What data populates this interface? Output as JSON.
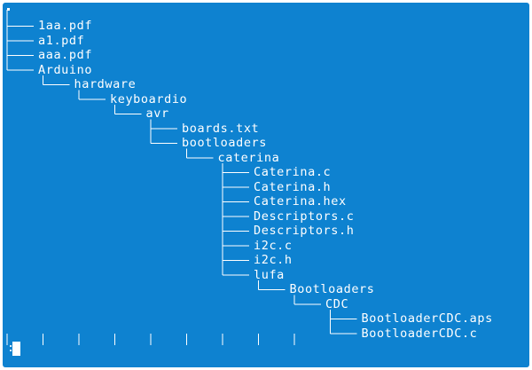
{
  "terminal": {
    "background": "#0e82d0",
    "foreground": "#ffffff",
    "prompt": ":"
  },
  "tree": [
    {
      "label": "1aa.pdf",
      "depth": 0
    },
    {
      "label": "a1.pdf",
      "depth": 0
    },
    {
      "label": "aaa.pdf",
      "depth": 0
    },
    {
      "label": "Arduino",
      "depth": 0
    },
    {
      "label": "hardware",
      "depth": 1
    },
    {
      "label": "keyboardio",
      "depth": 2
    },
    {
      "label": "avr",
      "depth": 3
    },
    {
      "label": "boards.txt",
      "depth": 4
    },
    {
      "label": "bootloaders",
      "depth": 4
    },
    {
      "label": "caterina",
      "depth": 5
    },
    {
      "label": "Caterina.c",
      "depth": 6
    },
    {
      "label": "Caterina.h",
      "depth": 6
    },
    {
      "label": "Caterina.hex",
      "depth": 6
    },
    {
      "label": "Descriptors.c",
      "depth": 6
    },
    {
      "label": "Descriptors.h",
      "depth": 6
    },
    {
      "label": "i2c.c",
      "depth": 6
    },
    {
      "label": "i2c.h",
      "depth": 6
    },
    {
      "label": "lufa",
      "depth": 6
    },
    {
      "label": "Bootloaders",
      "depth": 7
    },
    {
      "label": "CDC",
      "depth": 8
    },
    {
      "label": "BootloaderCDC.aps",
      "depth": 9
    },
    {
      "label": "BootloaderCDC.c",
      "depth": 9
    }
  ]
}
